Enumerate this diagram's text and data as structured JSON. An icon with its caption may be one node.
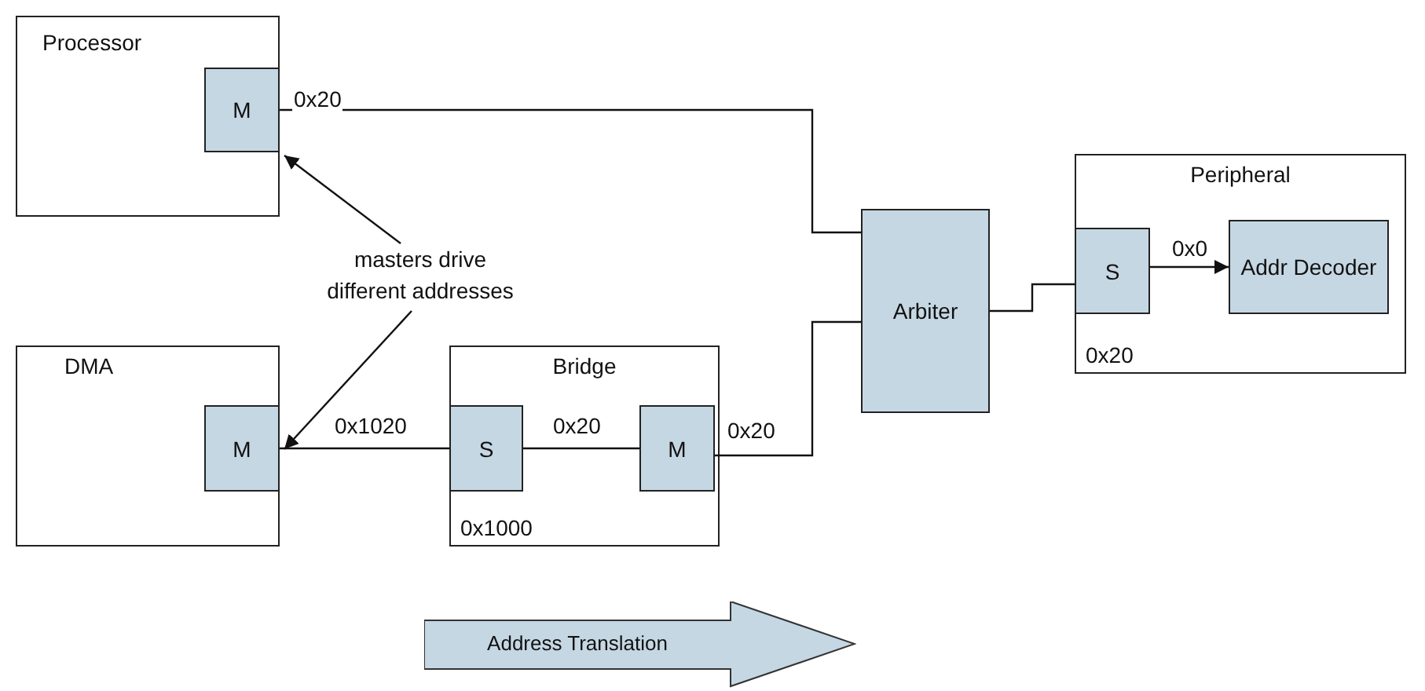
{
  "diagram": {
    "nodes": [
      {
        "text": [
          "Processor"
        ]
      },
      {
        "text": [
          "M"
        ],
        "in": 0
      },
      {
        "text": [
          "DMA"
        ]
      },
      {
        "text": [
          "M"
        ],
        "in": 2
      },
      {
        "text": [
          "Bridge",
          "0x1000"
        ]
      },
      {
        "text": [
          "S"
        ],
        "in": 4
      },
      {
        "text": [
          "M"
        ],
        "in": 4
      },
      {
        "text": [
          "Arbiter"
        ]
      },
      {
        "text": [
          "Peripheral",
          "0x20"
        ]
      },
      {
        "text": [
          "S"
        ],
        "in": 8
      },
      {
        "text": [
          "Addr Decoder"
        ],
        "in": 8
      },
      {
        "text": [
          "masters drive different addresses"
        ]
      },
      {
        "text": [
          "Address Translation"
        ]
      }
    ],
    "edges": [
      {
        "from": 1,
        "to": 7,
        "arrow": "none",
        "label": "0x20"
      },
      {
        "from": 3,
        "to": 5,
        "arrow": "none",
        "label": "0x1020"
      },
      {
        "from": 5,
        "to": 6,
        "arrow": "none",
        "label": "0x20"
      },
      {
        "from": 6,
        "to": 7,
        "arrow": "none",
        "label": "0x20"
      },
      {
        "from": 7,
        "to": 9,
        "arrow": "none"
      },
      {
        "from": 9,
        "to": 10,
        "arrow": "to",
        "label": "0x0"
      },
      {
        "from": 11,
        "to": 1,
        "arrow": "to"
      },
      {
        "from": 11,
        "to": 3,
        "arrow": "to"
      }
    ]
  }
}
